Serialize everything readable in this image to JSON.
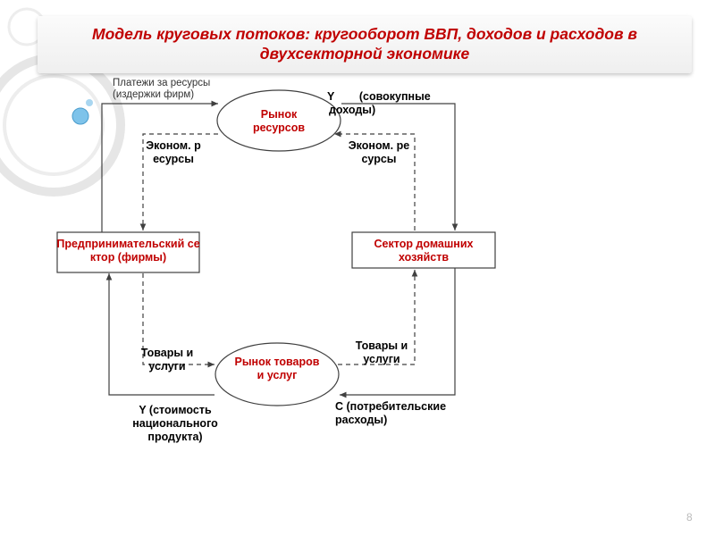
{
  "slide": {
    "title": "Модель круговых потоков: кругооборот ВВП, доходов и расходов в двухсекторной экономике",
    "page_number": "8"
  },
  "nodes": {
    "resource_market": "Рынок ресурсов",
    "goods_market": "Рынок товаров и услуг",
    "firms": "Предпринимательский сектор (фирмы)",
    "households": "Сектор домашних хозяйств"
  },
  "labels": {
    "payments_line1": "Платежи за ресурсы",
    "payments_line2": "(издержки фирм)",
    "income_line1": "Y        (совокупные",
    "income_line2": "доходы)",
    "econ_resources_left": "Эконом. ресурсы",
    "econ_resources_right": "Эконом. ресурсы",
    "goods_left": "Товары и услуги",
    "goods_right": "Товары и услуги",
    "y_value": "Y (стоимость национального продукта)",
    "c_expenses": "С (потребительские расходы)"
  },
  "colors": {
    "title": "#c00000",
    "node_text": "#c00000",
    "lines": "#404040",
    "decoration": "#d9d9d9",
    "bubble": "#7ec3ea"
  }
}
